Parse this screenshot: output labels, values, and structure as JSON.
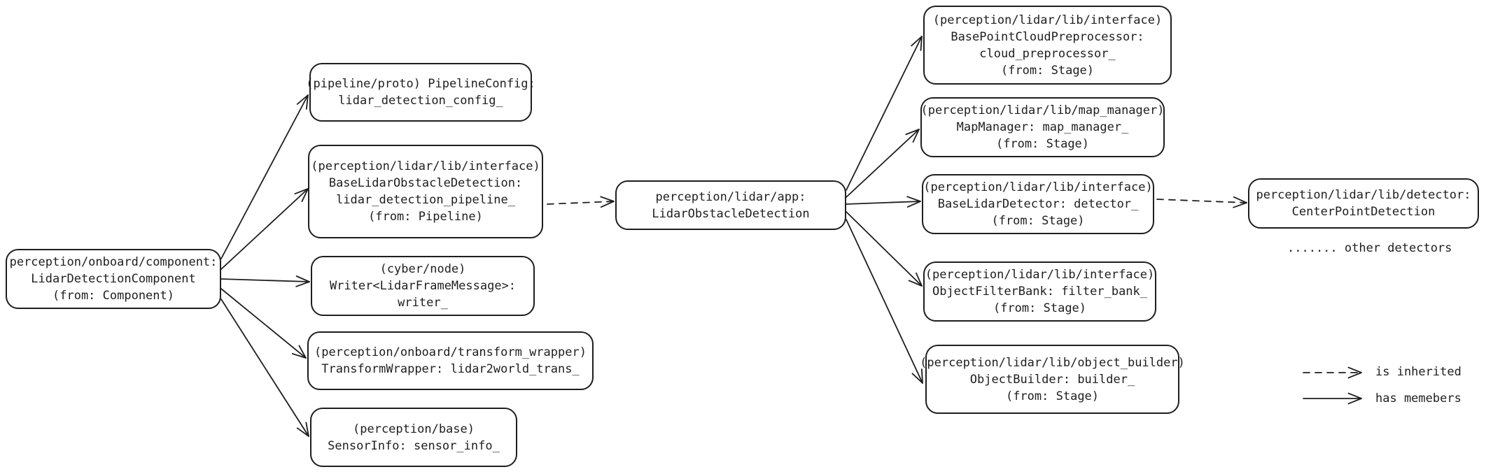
{
  "nodes": {
    "lidar_detection_component": [
      "perception/onboard/component:",
      "LidarDetectionComponent",
      "(from: Component)"
    ],
    "pipeline_config": [
      "(pipeline/proto)  PipelineConfig:",
      "lidar_detection_config_"
    ],
    "base_lidar_obstacle_detection": [
      "(perception/lidar/lib/interface)",
      "BaseLidarObstacleDetection:",
      "lidar_detection_pipeline_",
      "(from: Pipeline)"
    ],
    "writer": [
      "(cyber/node)",
      "Writer<LidarFrameMessage>:",
      "writer_"
    ],
    "transform_wrapper": [
      "(perception/onboard/transform_wrapper)",
      "TransformWrapper: lidar2world_trans_"
    ],
    "sensor_info": [
      "(perception/base)",
      "SensorInfo: sensor_info_"
    ],
    "lidar_obstacle_detection": [
      "perception/lidar/app:",
      "LidarObstacleDetection"
    ],
    "cloud_preprocessor": [
      "(perception/lidar/lib/interface)",
      "BasePointCloudPreprocessor:",
      "cloud_preprocessor_",
      "(from: Stage)"
    ],
    "map_manager": [
      "(perception/lidar/lib/map_manager)",
      "MapManager: map_manager_",
      "(from: Stage)"
    ],
    "base_lidar_detector": [
      "(perception/lidar/lib/interface)",
      "BaseLidarDetector: detector_",
      "(from: Stage)"
    ],
    "object_filter_bank": [
      "(perception/lidar/lib/interface)",
      "ObjectFilterBank: filter_bank_",
      "(from: Stage)"
    ],
    "object_builder": [
      "(perception/lidar/lib/object_builder)",
      "ObjectBuilder: builder_",
      "(from: Stage)"
    ],
    "center_point_detection": [
      "perception/lidar/lib/detector:",
      "CenterPointDetection"
    ]
  },
  "other_detectors": "....... other detectors",
  "legend": {
    "inherited": "is inherited",
    "members": "has memebers"
  }
}
